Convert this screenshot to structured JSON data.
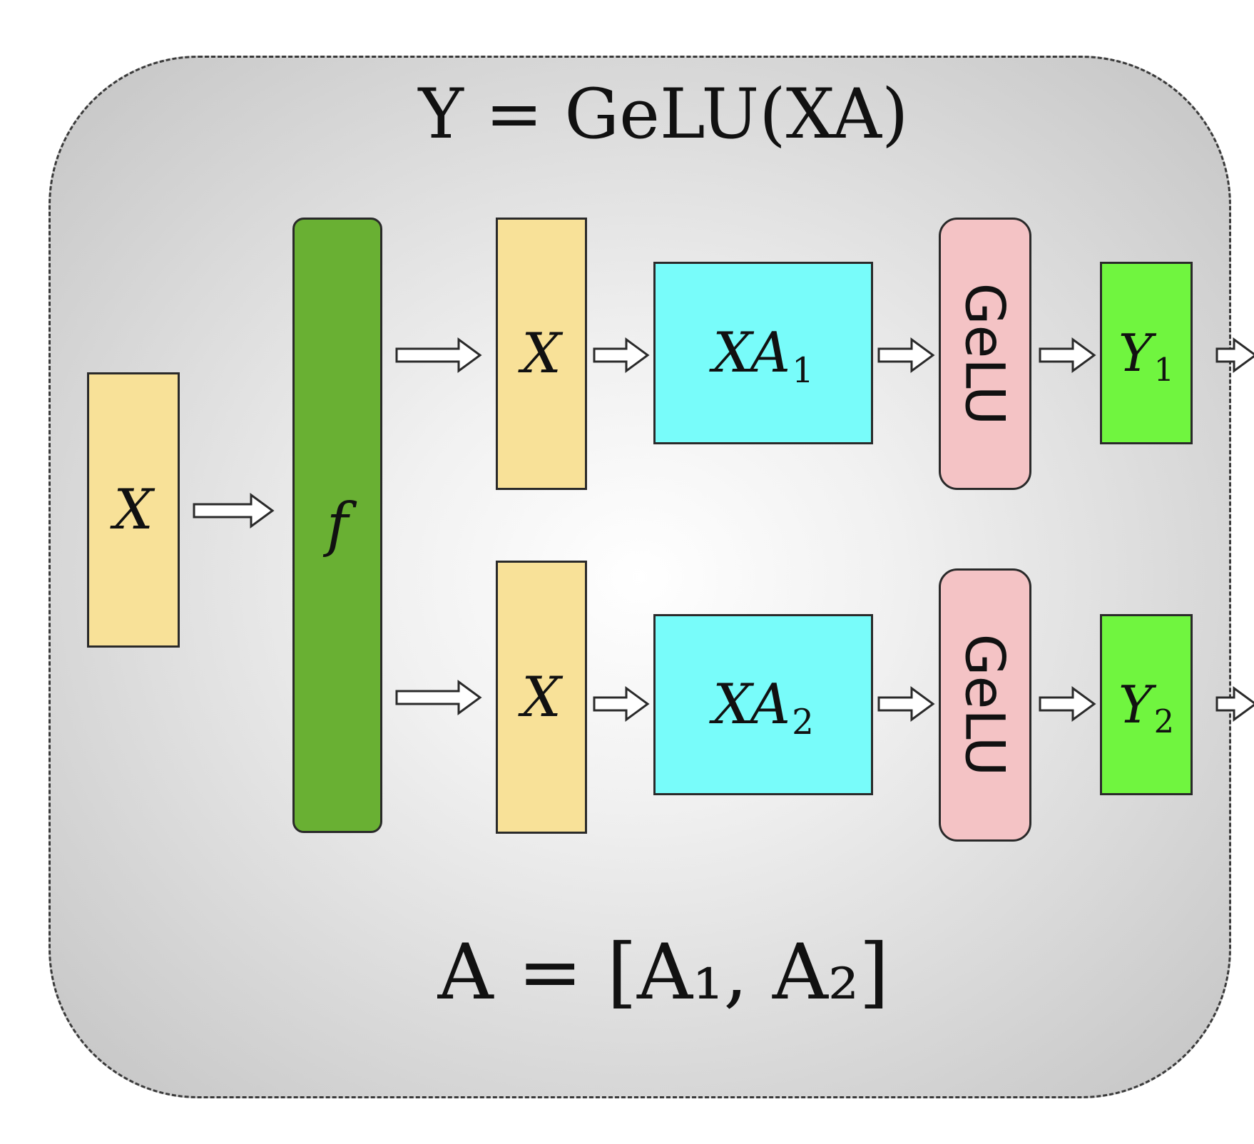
{
  "equations": {
    "top": "Y = GeLU(XA)",
    "bottom": "A = [A₁, A₂]"
  },
  "blocks": {
    "input_x": {
      "label": "X",
      "color": "#f8e198"
    },
    "f": {
      "label": "f",
      "color": "#69b033"
    },
    "top_branch": {
      "x": {
        "label": "X"
      },
      "xa": {
        "label": "XA",
        "sub": "1",
        "color": "#78fcfa"
      },
      "gelu": {
        "label": "GeLU",
        "color": "#f4c3c5"
      },
      "y": {
        "label": "Y",
        "sub": "1",
        "color": "#70f53f"
      }
    },
    "bottom_branch": {
      "x": {
        "label": "X"
      },
      "xa": {
        "label": "XA",
        "sub": "2",
        "color": "#78fcfa"
      },
      "gelu": {
        "label": "GeLU",
        "color": "#f4c3c5"
      },
      "y": {
        "label": "Y",
        "sub": "2",
        "color": "#70f53f"
      }
    }
  }
}
